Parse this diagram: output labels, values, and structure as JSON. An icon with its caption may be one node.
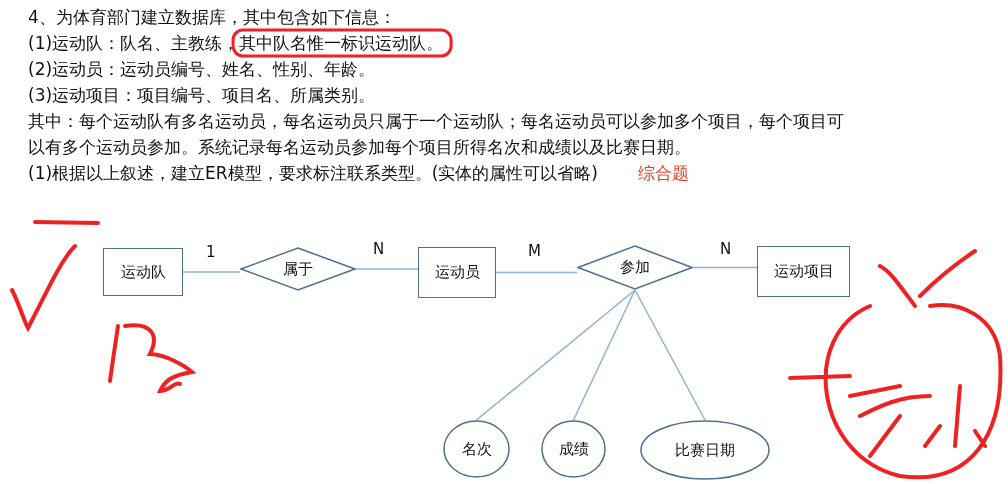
{
  "diagram": {
    "title": "4、为体育部门建立数据库，其中包含如下信息：",
    "nodes": [
      {
        "text": [
          "运动队"
        ]
      },
      {
        "text": [
          "属于"
        ]
      },
      {
        "text": [
          "运动员"
        ]
      },
      {
        "text": [
          "参加"
        ]
      },
      {
        "text": [
          "运动项目"
        ]
      },
      {
        "text": [
          "名次"
        ]
      },
      {
        "text": [
          "成绩"
        ]
      },
      {
        "text": [
          "比赛日期"
        ]
      }
    ],
    "edges": [
      {
        "from": 0,
        "to": 1,
        "arrow": "none",
        "label": "1"
      },
      {
        "from": 1,
        "to": 2,
        "arrow": "none",
        "label": "N"
      },
      {
        "from": 2,
        "to": 3,
        "arrow": "none",
        "label": "M"
      },
      {
        "from": 3,
        "to": 4,
        "arrow": "none",
        "label": "N"
      },
      {
        "from": 3,
        "to": 5,
        "arrow": "none"
      },
      {
        "from": 3,
        "to": 6,
        "arrow": "none"
      },
      {
        "from": 3,
        "to": 7,
        "arrow": "none"
      }
    ],
    "labels": [
      "(1)运动队：队名、主教练，其中队名惟一标识运动队。",
      "(2)运动员：运动员编号、姓名、性别、年龄。",
      "(3)运动项目：项目编号、项目名、所属类别。",
      "其中：每个运动队有多名运动员，每名运动员只属于一个运动队；每名运动员可以参加多个项目，每个项目可以有多个运动员参加。系统记录每名运动员参加每个项目所得名次和成绩以及比赛日期。",
      "(1)根据以上叙述，建立ER模型，要求标注联系类型。(实体的属性可以省略)",
      "综合题"
    ]
  }
}
